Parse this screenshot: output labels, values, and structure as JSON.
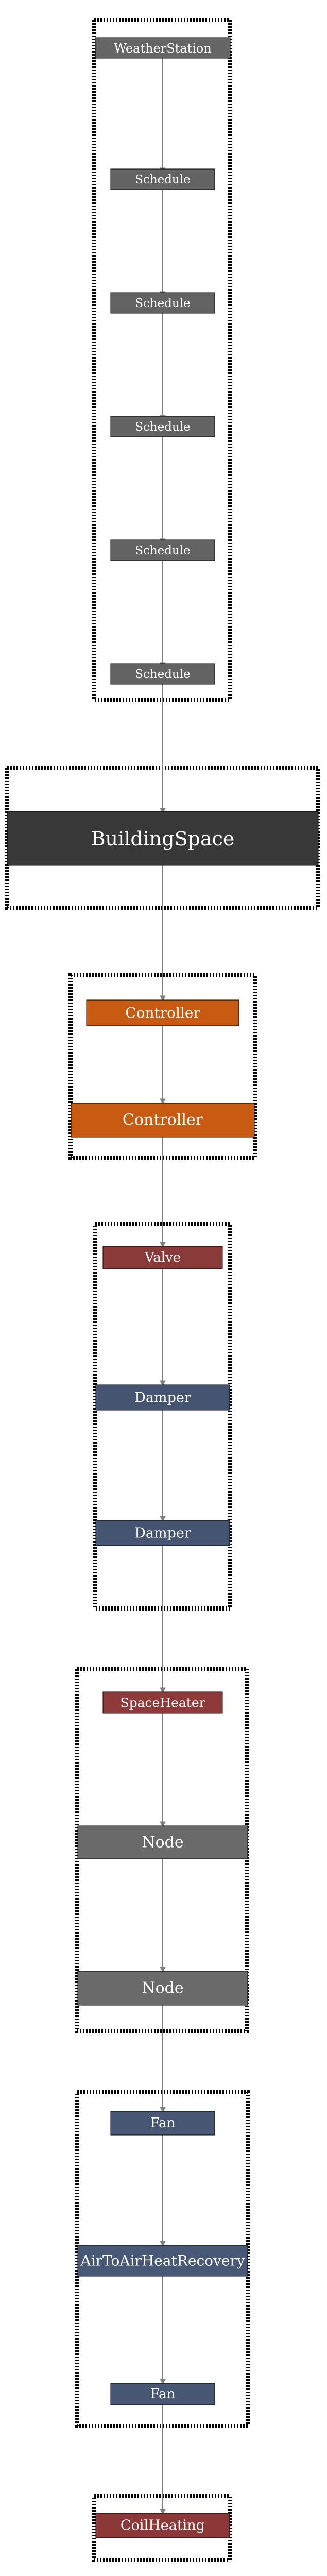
{
  "colors": {
    "weather": "#656565",
    "schedule": "#636363",
    "building": "#383838",
    "controller": "#c85a12",
    "valve": "#8b3a3a",
    "damper": "#455471",
    "spaceheater": "#8e3a3a",
    "node": "#6a6a6a",
    "fan": "#475774",
    "heatrecovery": "#485877",
    "coil": "#8d3838",
    "edge": "#7f7f7f"
  },
  "diagram": {
    "nodes": {
      "weather_station": "WeatherStation",
      "schedule_1": "Schedule",
      "schedule_2": "Schedule",
      "schedule_3": "Schedule",
      "schedule_4": "Schedule",
      "schedule_5": "Schedule",
      "building_space": "BuildingSpace",
      "controller_1": "Controller",
      "controller_2": "Controller",
      "valve": "Valve",
      "damper_1": "Damper",
      "damper_2": "Damper",
      "space_heater": "SpaceHeater",
      "node_1": "Node",
      "node_2": "Node",
      "fan_1": "Fan",
      "heat_recovery": "AirToAirHeatRecovery",
      "fan_2": "Fan",
      "coil_heating": "CoilHeating"
    }
  }
}
